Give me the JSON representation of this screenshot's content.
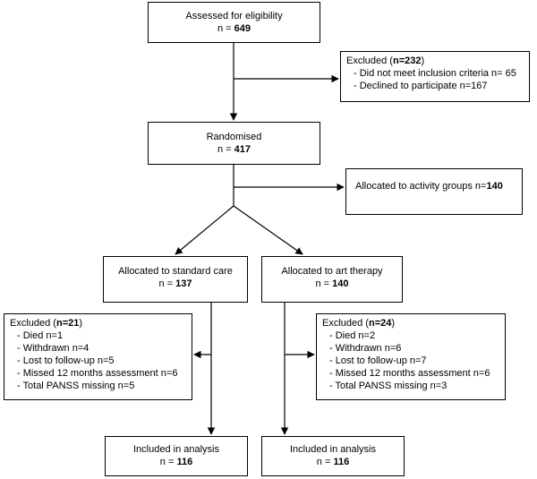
{
  "assessed": {
    "label": "Assessed for eligibility",
    "n_prefix": "n = ",
    "n": "649"
  },
  "excluded_top": {
    "title_prefix": "Excluded (",
    "title_n": "n=232",
    "title_suffix": ")",
    "items": [
      "- Did not meet inclusion criteria n= 65",
      "- Declined to participate n=167"
    ]
  },
  "randomised": {
    "label": "Randomised",
    "n_prefix": "n = ",
    "n": "417"
  },
  "activity": {
    "label": "Allocated to activity groups  n=",
    "n": "140"
  },
  "standard_care": {
    "label": "Allocated to standard care",
    "n_prefix": "n =  ",
    "n": "137"
  },
  "art_therapy": {
    "label": "Allocated to art therapy",
    "n_prefix": "n =  ",
    "n": "140"
  },
  "excluded_left": {
    "title_prefix": "Excluded (",
    "title_n": "n=21",
    "title_suffix": ")",
    "items": [
      "- Died n=1",
      "- Withdrawn n=4",
      "- Lost to follow-up n=5",
      "- Missed 12 months assessment n=6",
      "- Total PANSS missing n=5"
    ]
  },
  "excluded_right": {
    "title_prefix": "Excluded (",
    "title_n": "n=24",
    "title_suffix": ")",
    "items": [
      "- Died n=2",
      "- Withdrawn n=6",
      "- Lost to follow-up n=7",
      "- Missed 12 months assessment n=6",
      "- Total PANSS missing n=3"
    ]
  },
  "analysis_left": {
    "label": "Included in analysis",
    "n_prefix": "n  =  ",
    "n": "116"
  },
  "analysis_right": {
    "label": "Included in analysis",
    "n_prefix": "n  =  ",
    "n": "116"
  }
}
